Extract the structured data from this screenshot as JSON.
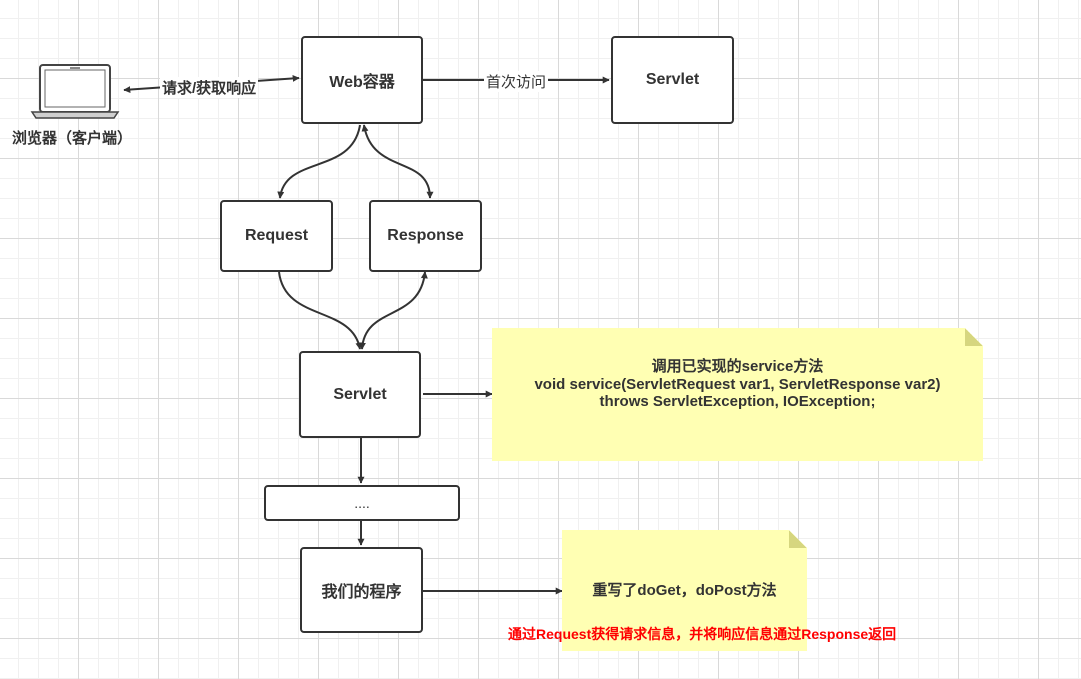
{
  "client": {
    "label": "浏览器（客户端）"
  },
  "edge_labels": {
    "request_response": "请求/获取响应",
    "first_access": "首次访问"
  },
  "nodes": {
    "web_container": "Web容器",
    "servlet_top": "Servlet",
    "request": "Request",
    "response": "Response",
    "servlet_mid": "Servlet",
    "ellipsis": "....",
    "our_program": "我们的程序"
  },
  "notes": {
    "service": {
      "line1": "调用已实现的service方法",
      "line2": "void service(ServletRequest var1, ServletResponse var2)",
      "line3": "throws ServletException, IOException;"
    },
    "override": {
      "line1": "重写了doGet，doPost方法"
    }
  },
  "annotation": {
    "red_text": "通过Request获得请求信息，并将响应信息通过Response返回"
  },
  "colors": {
    "stroke": "#333333",
    "note": "#ffffb3",
    "accent_red": "#ff0000"
  }
}
